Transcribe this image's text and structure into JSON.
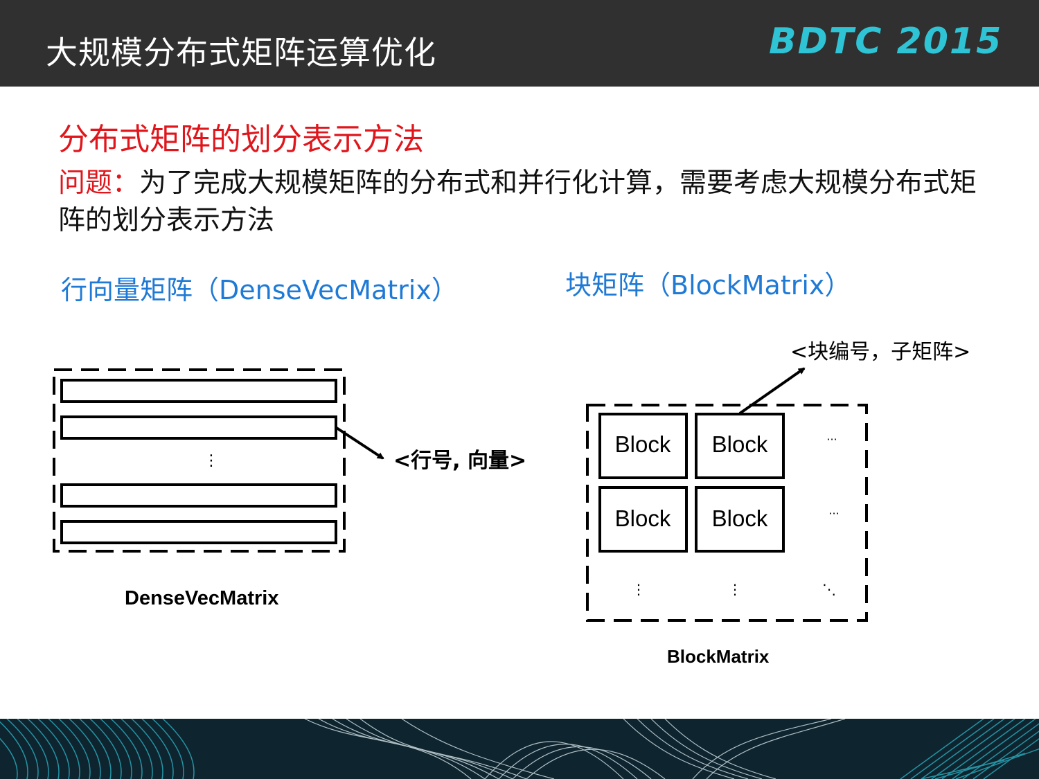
{
  "header": {
    "title": "大规模分布式矩阵运算优化",
    "logo_text": "BDTC 2015",
    "logo_color": "#2ec4d6"
  },
  "section_title": "分布式矩阵的划分表示方法",
  "problem": {
    "label": "问题：",
    "text": "为了完成大规模矩阵的分布式和并行化计算，需要考虑大规模分布式矩阵的划分表示方法"
  },
  "dense": {
    "heading": "行向量矩阵（DenseVecMatrix）",
    "arrow_label": "<行号, 向量>",
    "ellipsis": "⋮",
    "caption": "DenseVecMatrix"
  },
  "block": {
    "heading": "块矩阵（BlockMatrix）",
    "arrow_label": "<块编号，子矩阵>",
    "cells": [
      "Block",
      "Block",
      "Block",
      "Block"
    ],
    "row_ellipsis": [
      "···",
      "···"
    ],
    "col_ellipsis": [
      "⋮",
      "⋮",
      "⋱"
    ],
    "caption": "BlockMatrix"
  },
  "colors": {
    "header_bg": "#303030",
    "title_red": "#e0161c",
    "sub_blue": "#1f7ad6",
    "footer_bg": "#0e2530"
  }
}
